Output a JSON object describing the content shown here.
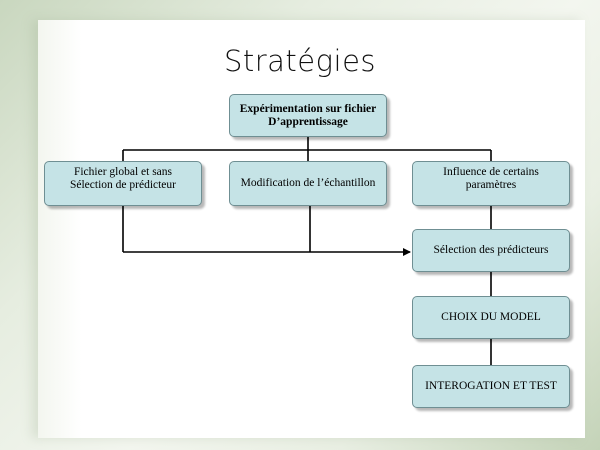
{
  "slide": {
    "title": "Stratégies"
  },
  "diagram": {
    "root": "Expérimentation sur fichier\nD’apprentissage",
    "branches": [
      "Fichier global et sans\nSélection de prédicteur",
      "Modification de l’échantillon",
      "Influence de certains\nparamètres"
    ],
    "pipeline": [
      "Sélection des prédicteurs",
      "CHOIX DU MODEL",
      "INTEROGATION ET TEST"
    ],
    "colors": {
      "box_fill": "#c5e3e6",
      "box_border": "#6f8f93",
      "connector": "#000000"
    }
  }
}
